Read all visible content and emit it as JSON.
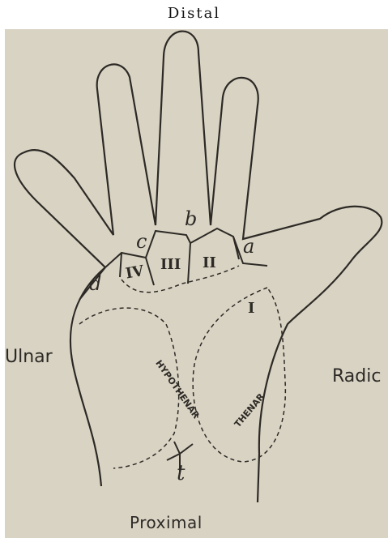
{
  "labels": {
    "distal": "Distal",
    "proximal": "Proximal",
    "ulnar": "Ulnar",
    "radial": "Radic"
  },
  "triradii": {
    "a": "a",
    "b": "b",
    "c": "c",
    "d": "d",
    "t": "t"
  },
  "interdigital_areas": {
    "I": "I",
    "II": "II",
    "III": "III",
    "IV": "IV"
  },
  "eminences": {
    "hypothenar": "HYPOTHENAR",
    "thenar": "THENAR"
  },
  "colors": {
    "background": "#d9d3c3",
    "ink": "#2d2a26"
  }
}
